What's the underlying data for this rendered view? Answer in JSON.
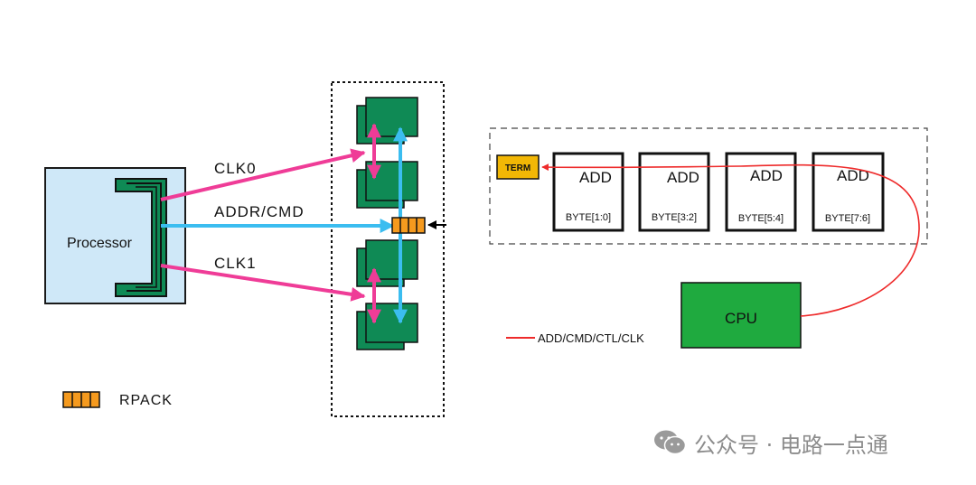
{
  "left_diagram": {
    "processor_label": "Processor",
    "signals": {
      "clk0": "CLK0",
      "addr_cmd": "ADDR/CMD",
      "clk1": "CLK1"
    },
    "legend_label": "RPACK"
  },
  "right_diagram": {
    "term_label": "TERM",
    "chips": [
      {
        "top": "ADD",
        "bottom": "BYTE[1:0]"
      },
      {
        "top": "ADD",
        "bottom": "BYTE[3:2]"
      },
      {
        "top": "ADD",
        "bottom": "BYTE[5:4]"
      },
      {
        "top": "ADD",
        "bottom": "BYTE[7:6]"
      }
    ],
    "cpu_label": "CPU",
    "legend_label": "ADD/CMD/CTL/CLK"
  },
  "watermark": {
    "text": "公众号 · 电路一点通",
    "icon": "wechat-icon"
  },
  "colors": {
    "processor_fill": "#cfe8f8",
    "chip_green": "#0f8a55",
    "cpu_green": "#1faa3f",
    "clk_pink": "#ef3c97",
    "addr_cyan": "#3bbdf0",
    "rpack_orange": "#f59a1e",
    "term_yellow": "#f2b705",
    "trace_red": "#ee2b2b"
  }
}
